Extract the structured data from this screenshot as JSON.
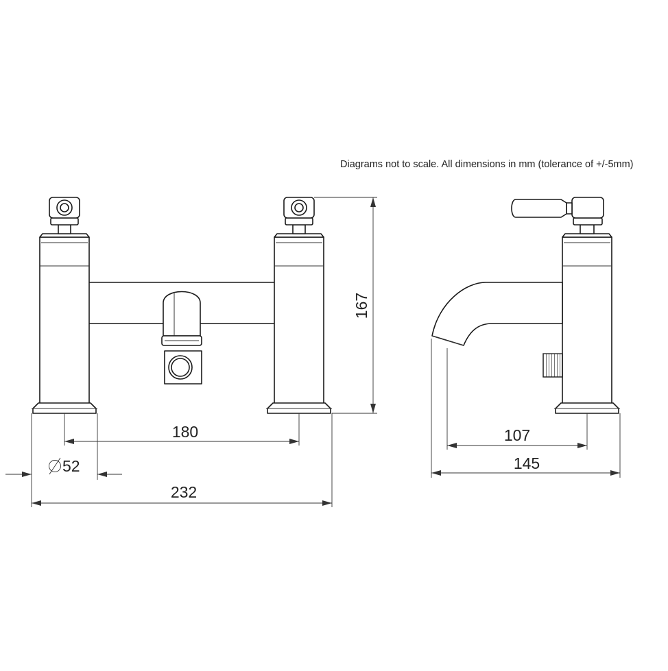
{
  "note": "Diagrams not to scale. All dimensions in mm (tolerance of +/-5mm)",
  "dimensions": {
    "height": "167",
    "centres": "180",
    "base_diameter": "52",
    "overall_width": "232",
    "spout_projection": "107",
    "overall_depth": "145"
  },
  "colors": {
    "line": "#1a1a1a",
    "background": "#ffffff"
  }
}
